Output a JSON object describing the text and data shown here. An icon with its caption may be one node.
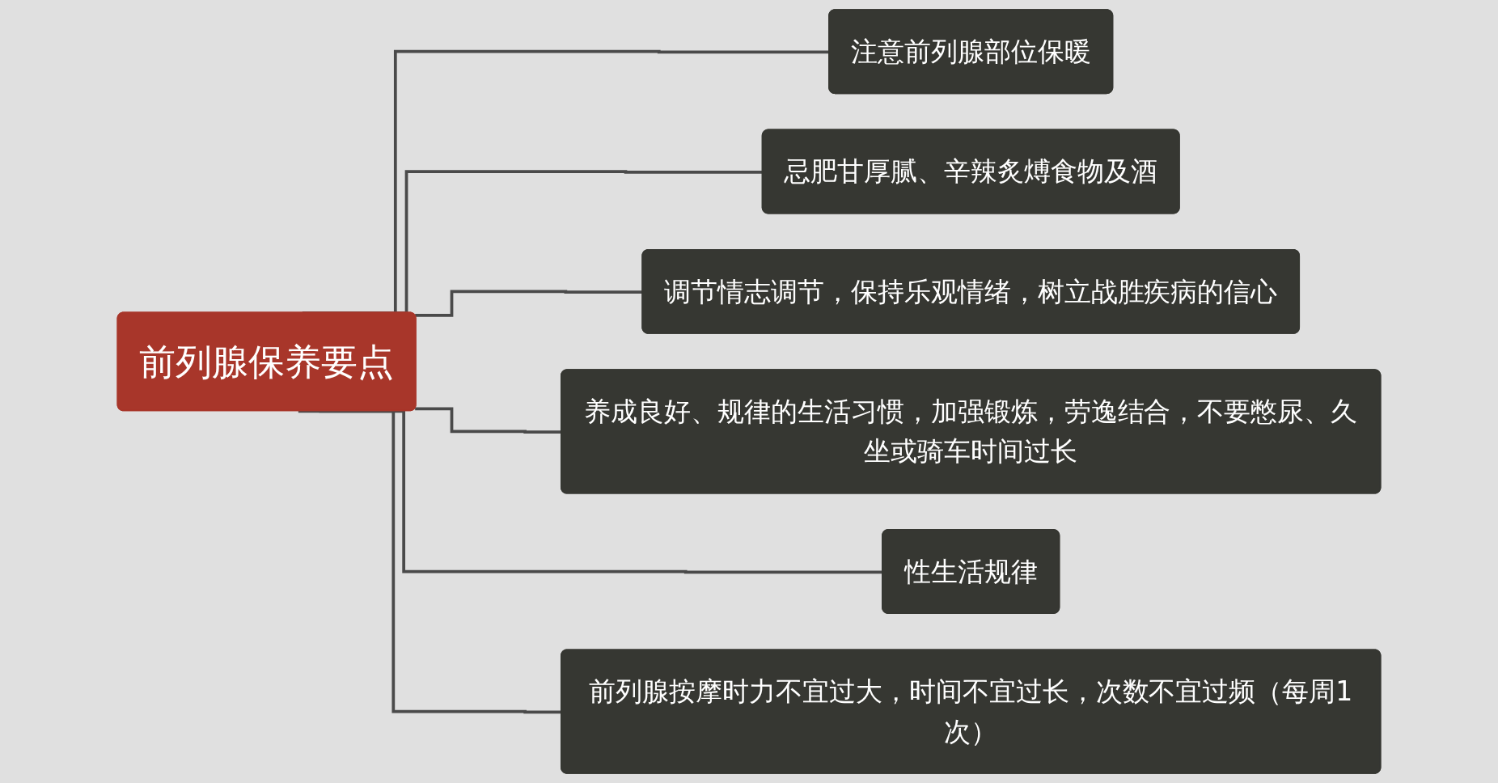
{
  "diagram": {
    "nodes": [
      {
        "text": [
          "前列腺保养要点"
        ]
      },
      {
        "text": [
          "注意前列腺部位保暖"
        ]
      },
      {
        "text": [
          "忌肥甘厚腻、辛辣炙煿食物及酒"
        ]
      },
      {
        "text": [
          "调节情志调节，保持乐观情绪，树立战胜疾病的信心"
        ]
      },
      {
        "text": [
          "养成良好、规律的生活习惯，加强锻炼，劳逸结合，不要憋尿、久坐或骑车时间过长"
        ]
      },
      {
        "text": [
          "性生活规律"
        ]
      },
      {
        "text": [
          "前列腺按摩时力不宜过大，时间不宜过长，次数不宜过频（每周1次）"
        ]
      }
    ],
    "edges": [
      {
        "from": 0,
        "to": 1,
        "arrow": "none"
      },
      {
        "from": 0,
        "to": 2,
        "arrow": "none"
      },
      {
        "from": 0,
        "to": 3,
        "arrow": "none"
      },
      {
        "from": 0,
        "to": 4,
        "arrow": "none"
      },
      {
        "from": 0,
        "to": 5,
        "arrow": "none"
      },
      {
        "from": 0,
        "to": 6,
        "arrow": "none"
      }
    ]
  }
}
